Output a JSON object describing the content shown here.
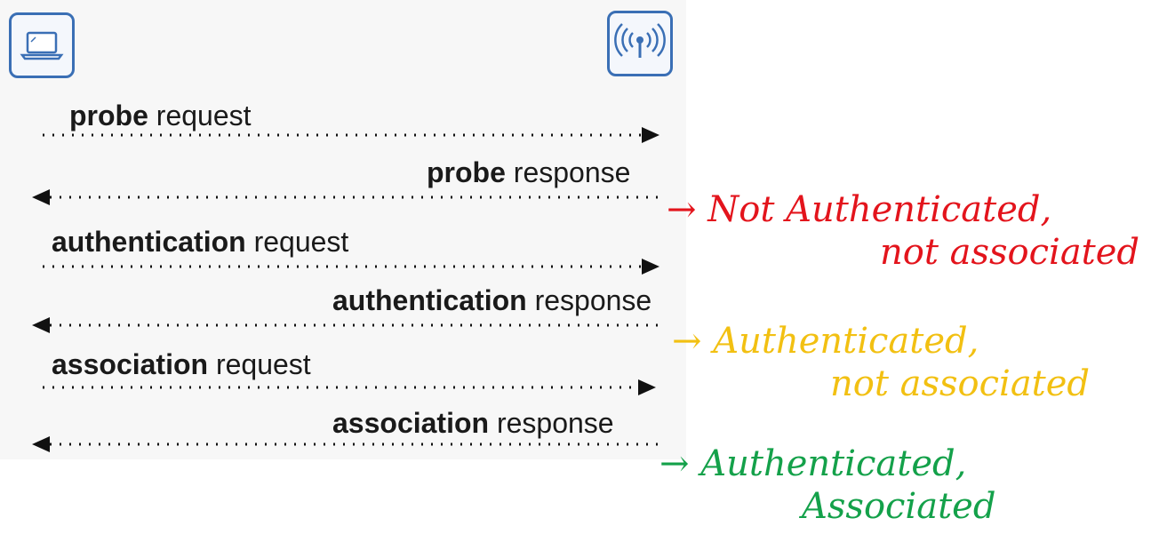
{
  "devices": {
    "client": {
      "icon": "laptop-icon"
    },
    "access_point": {
      "icon": "wireless-antenna-icon"
    }
  },
  "messages": [
    {
      "bold": "probe",
      "rest": " request",
      "direction": "client-to-ap"
    },
    {
      "bold": "probe",
      "rest": " response",
      "direction": "ap-to-client"
    },
    {
      "bold": "authentication",
      "rest": " request",
      "direction": "client-to-ap"
    },
    {
      "bold": "authentication",
      "rest": " response",
      "direction": "ap-to-client"
    },
    {
      "bold": "association",
      "rest": " request",
      "direction": "client-to-ap"
    },
    {
      "bold": "association",
      "rest": " response",
      "direction": "ap-to-client"
    }
  ],
  "annotations": [
    {
      "line1": "→ Not Authenticated,",
      "line2": "not associated",
      "color": "#e3141c"
    },
    {
      "line1": "→ Authenticated,",
      "line2": "not associated",
      "color": "#f2c012"
    },
    {
      "line1": "→ Authenticated,",
      "line2": "Associated",
      "color": "#14a14a"
    }
  ],
  "colors": {
    "icon_border": "#3a6fb5",
    "arrow": "#111111"
  }
}
